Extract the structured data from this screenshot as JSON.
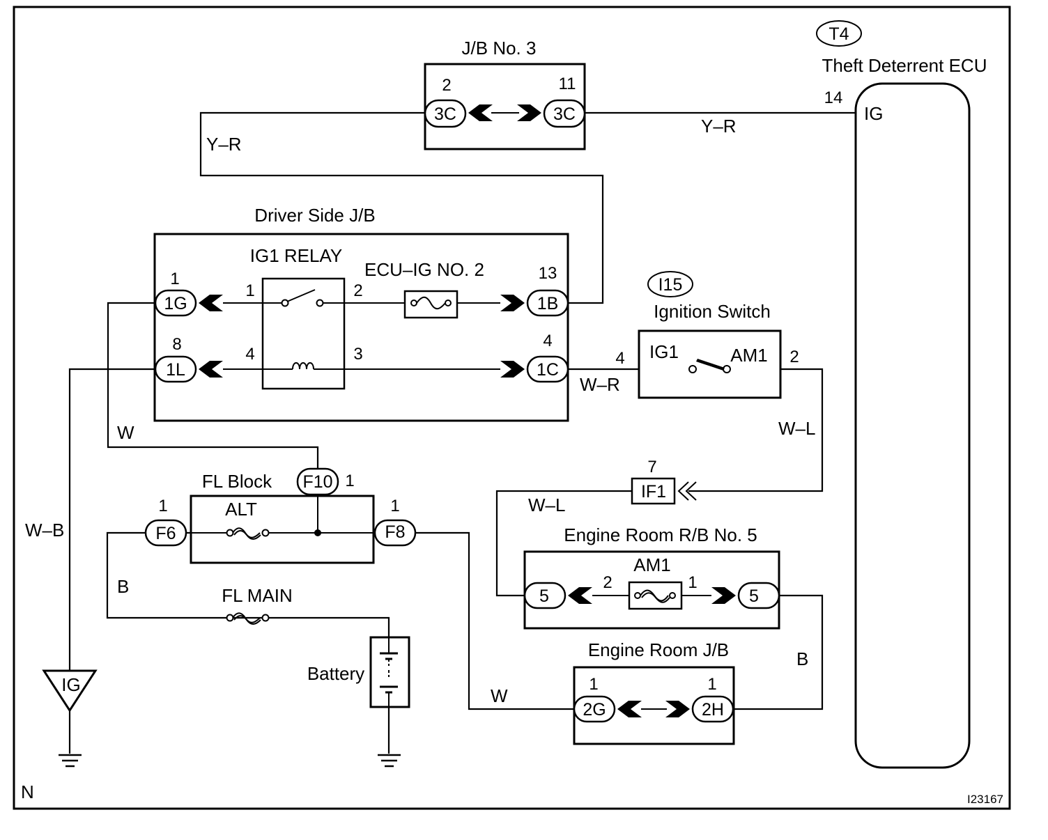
{
  "frame": {
    "corner_left": "N",
    "corner_right": "I23167"
  },
  "ecu": {
    "code": "T4",
    "title": "Theft Deterrent ECU",
    "pin": "14",
    "terminal": "IG"
  },
  "jb3": {
    "title": "J/B No. 3",
    "left": {
      "pin": "2",
      "conn": "3C"
    },
    "right": {
      "pin": "11",
      "conn": "3C"
    }
  },
  "driver_jb": {
    "title": "Driver Side J/B",
    "relay_label": "IG1 RELAY",
    "fuse_label": "ECU–IG NO. 2",
    "relay_pins": {
      "p1": "1",
      "p2": "2",
      "p3": "3",
      "p4": "4"
    },
    "c1g": {
      "pin": "1",
      "conn": "1G"
    },
    "c1l": {
      "pin": "8",
      "conn": "1L"
    },
    "c1b": {
      "pin": "13",
      "conn": "1B"
    },
    "c1c": {
      "pin": "4",
      "conn": "1C"
    }
  },
  "ign": {
    "code": "I15",
    "title": "Ignition Switch",
    "ig1": "IG1",
    "am1": "AM1",
    "pin_left": "4",
    "pin_right": "2"
  },
  "fl_block": {
    "title": "FL Block",
    "alt": "ALT",
    "f10": {
      "conn": "F10",
      "pin": "1"
    },
    "f6": {
      "pin": "1",
      "conn": "F6"
    },
    "f8": {
      "pin": "1",
      "conn": "F8"
    }
  },
  "if1": {
    "pin": "7",
    "conn": "IF1"
  },
  "er_rb5": {
    "title": "Engine Room R/B No. 5",
    "fuse": "AM1",
    "left": {
      "conn": "5",
      "pin": "2"
    },
    "right": {
      "conn": "5",
      "pin": "1"
    }
  },
  "er_jb": {
    "title": "Engine Room J/B",
    "left": {
      "pin": "1",
      "conn": "2G"
    },
    "right": {
      "pin": "1",
      "conn": "2H"
    }
  },
  "fl_main": "FL MAIN",
  "battery": "Battery",
  "ig_ground": "IG",
  "wires": {
    "yr_left": "Y–R",
    "yr_right": "Y–R",
    "w_top": "W",
    "wb": "W–B",
    "wr": "W–R",
    "wl_right": "W–L",
    "wl_left": "W–L",
    "b_left": "B",
    "w_bottom": "W",
    "b_right": "B"
  }
}
